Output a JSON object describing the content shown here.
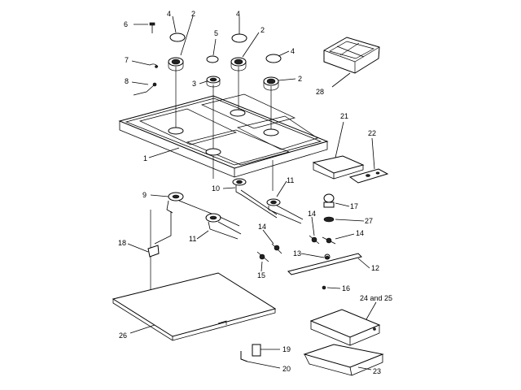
{
  "callouts": {
    "c1": "1",
    "c2a": "2",
    "c2b": "2",
    "c2c": "2",
    "c3": "3",
    "c4a": "4",
    "c4b": "4",
    "c4c": "4",
    "c5": "5",
    "c6": "6",
    "c7": "7",
    "c8": "8",
    "c9": "9",
    "c10": "10",
    "c11a": "11",
    "c11b": "11",
    "c12": "12",
    "c13": "13",
    "c14a": "14",
    "c14b": "14",
    "c14c": "14",
    "c15": "15",
    "c16": "16",
    "c17": "17",
    "c18": "18",
    "c19": "19",
    "c20": "20",
    "c21": "21",
    "c22": "22",
    "c23": "23",
    "c24": "24 and 25",
    "c26": "26",
    "c27": "27",
    "c28": "28"
  }
}
